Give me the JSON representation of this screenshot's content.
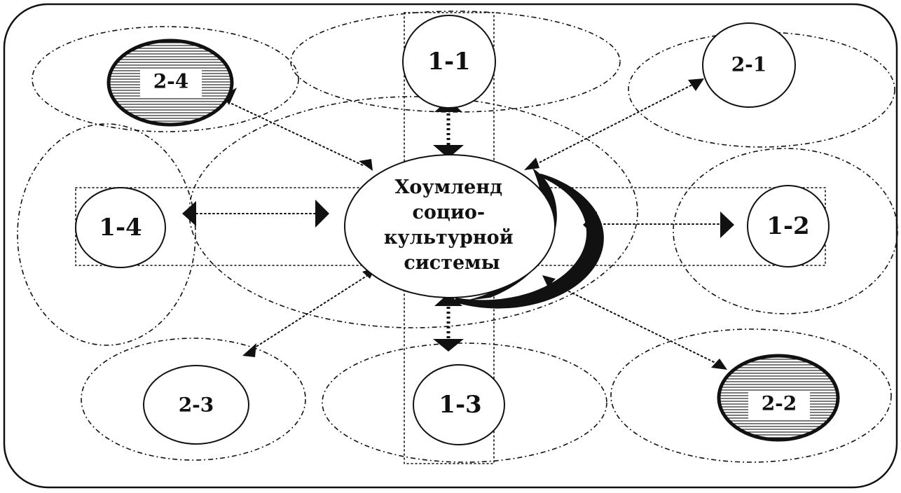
{
  "center": {
    "lines": [
      "Хоумленд",
      "социо-",
      "культурной",
      "системы"
    ]
  },
  "nodes": {
    "n11": "1-1",
    "n12": "1-2",
    "n13": "1-3",
    "n14": "1-4",
    "n21": "2-1",
    "n22": "2-2",
    "n23": "2-3",
    "n24": "2-4"
  }
}
